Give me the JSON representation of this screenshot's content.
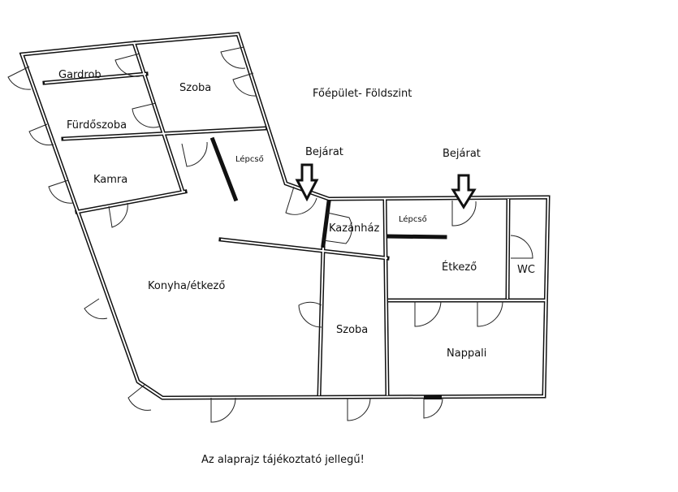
{
  "title": "Főépület- Földszint",
  "note": "Az alaprajz tájékoztató jellegű!",
  "entrances": [
    "Bejárat",
    "Bejárat"
  ],
  "rooms": {
    "gardrob": "Gardrob",
    "szoba1": "Szoba",
    "furdoszoba": "Fürdőszoba",
    "lepcso1": "Lépcső",
    "kamra": "Kamra",
    "kazanhaz": "Kazánház",
    "lepcso2": "Lépcső",
    "konyha": "Konyha/étkező",
    "etkezo": "Étkező",
    "wc": "WC",
    "szoba2": "Szoba",
    "nappali": "Nappali"
  }
}
